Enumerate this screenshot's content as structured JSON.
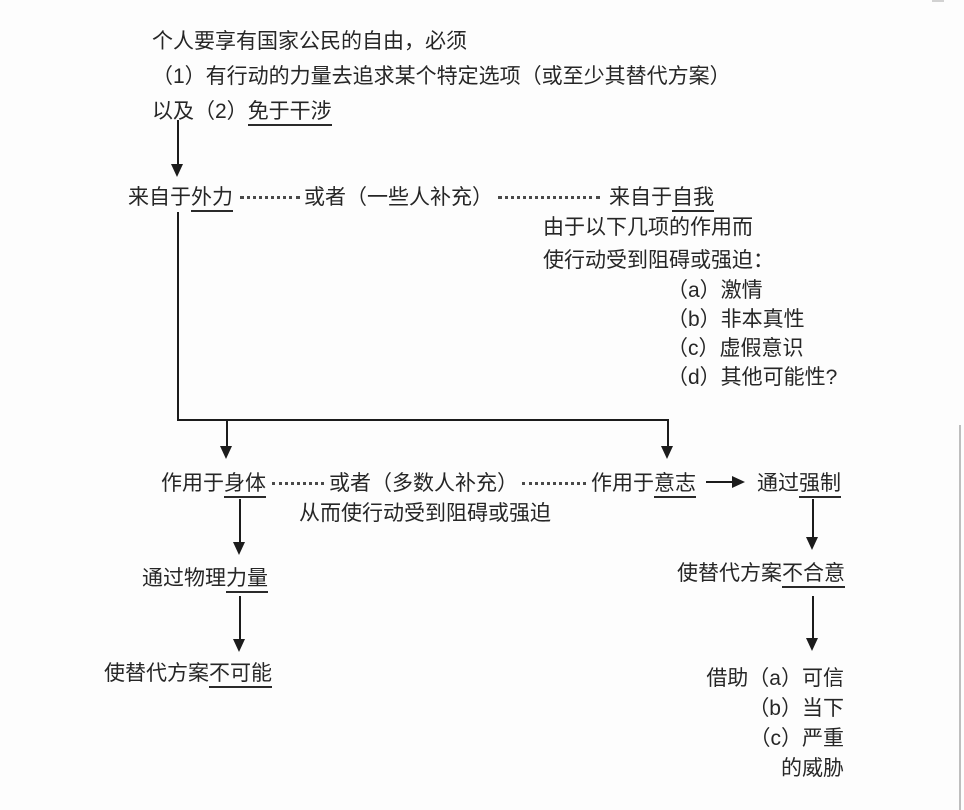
{
  "page": {
    "background": "#fdfdfd",
    "ink_color": "#262626",
    "line_color": "#1c1c1c"
  },
  "intro": {
    "line1": "个人要享有国家公民的自由，必须",
    "line2": "（1）有行动的力量去追求某个特定选项（或至少其替代方案）",
    "line3_prefix": "以及（2）",
    "line3_underline": "免于干涉"
  },
  "level1": {
    "external_prefix": "来自于",
    "external_underline": "外力",
    "or_note": "或者（一些人补充）",
    "self_prefix": "来自于",
    "self_underline": "自我"
  },
  "self_detail": {
    "line1": "由于以下几项的作用而",
    "line2": "使行动受到阻碍或强迫：",
    "items": [
      "（a）激情",
      "（b）非本真性",
      "（c）虚假意识",
      "（d）其他可能性?"
    ]
  },
  "level2": {
    "body_prefix": "作用于",
    "body_underline": "身体",
    "or_note": "或者（多数人补充）",
    "or_note_line2": "从而使行动受到阻碍或强迫",
    "will_prefix": "作用于",
    "will_underline": "意志",
    "coercion_prefix": "通过",
    "coercion_underline": "强制"
  },
  "left_branch": {
    "physical_prefix": "通过物理",
    "physical_underline": "力量",
    "result_prefix": "使替代方案",
    "result_underline": "不可能"
  },
  "right_branch": {
    "result_prefix": "使替代方案",
    "result_underline": "不合意",
    "threat_lines": [
      "借助（a）可信",
      "（b）当下",
      "（c）严重",
      "的威胁"
    ]
  }
}
